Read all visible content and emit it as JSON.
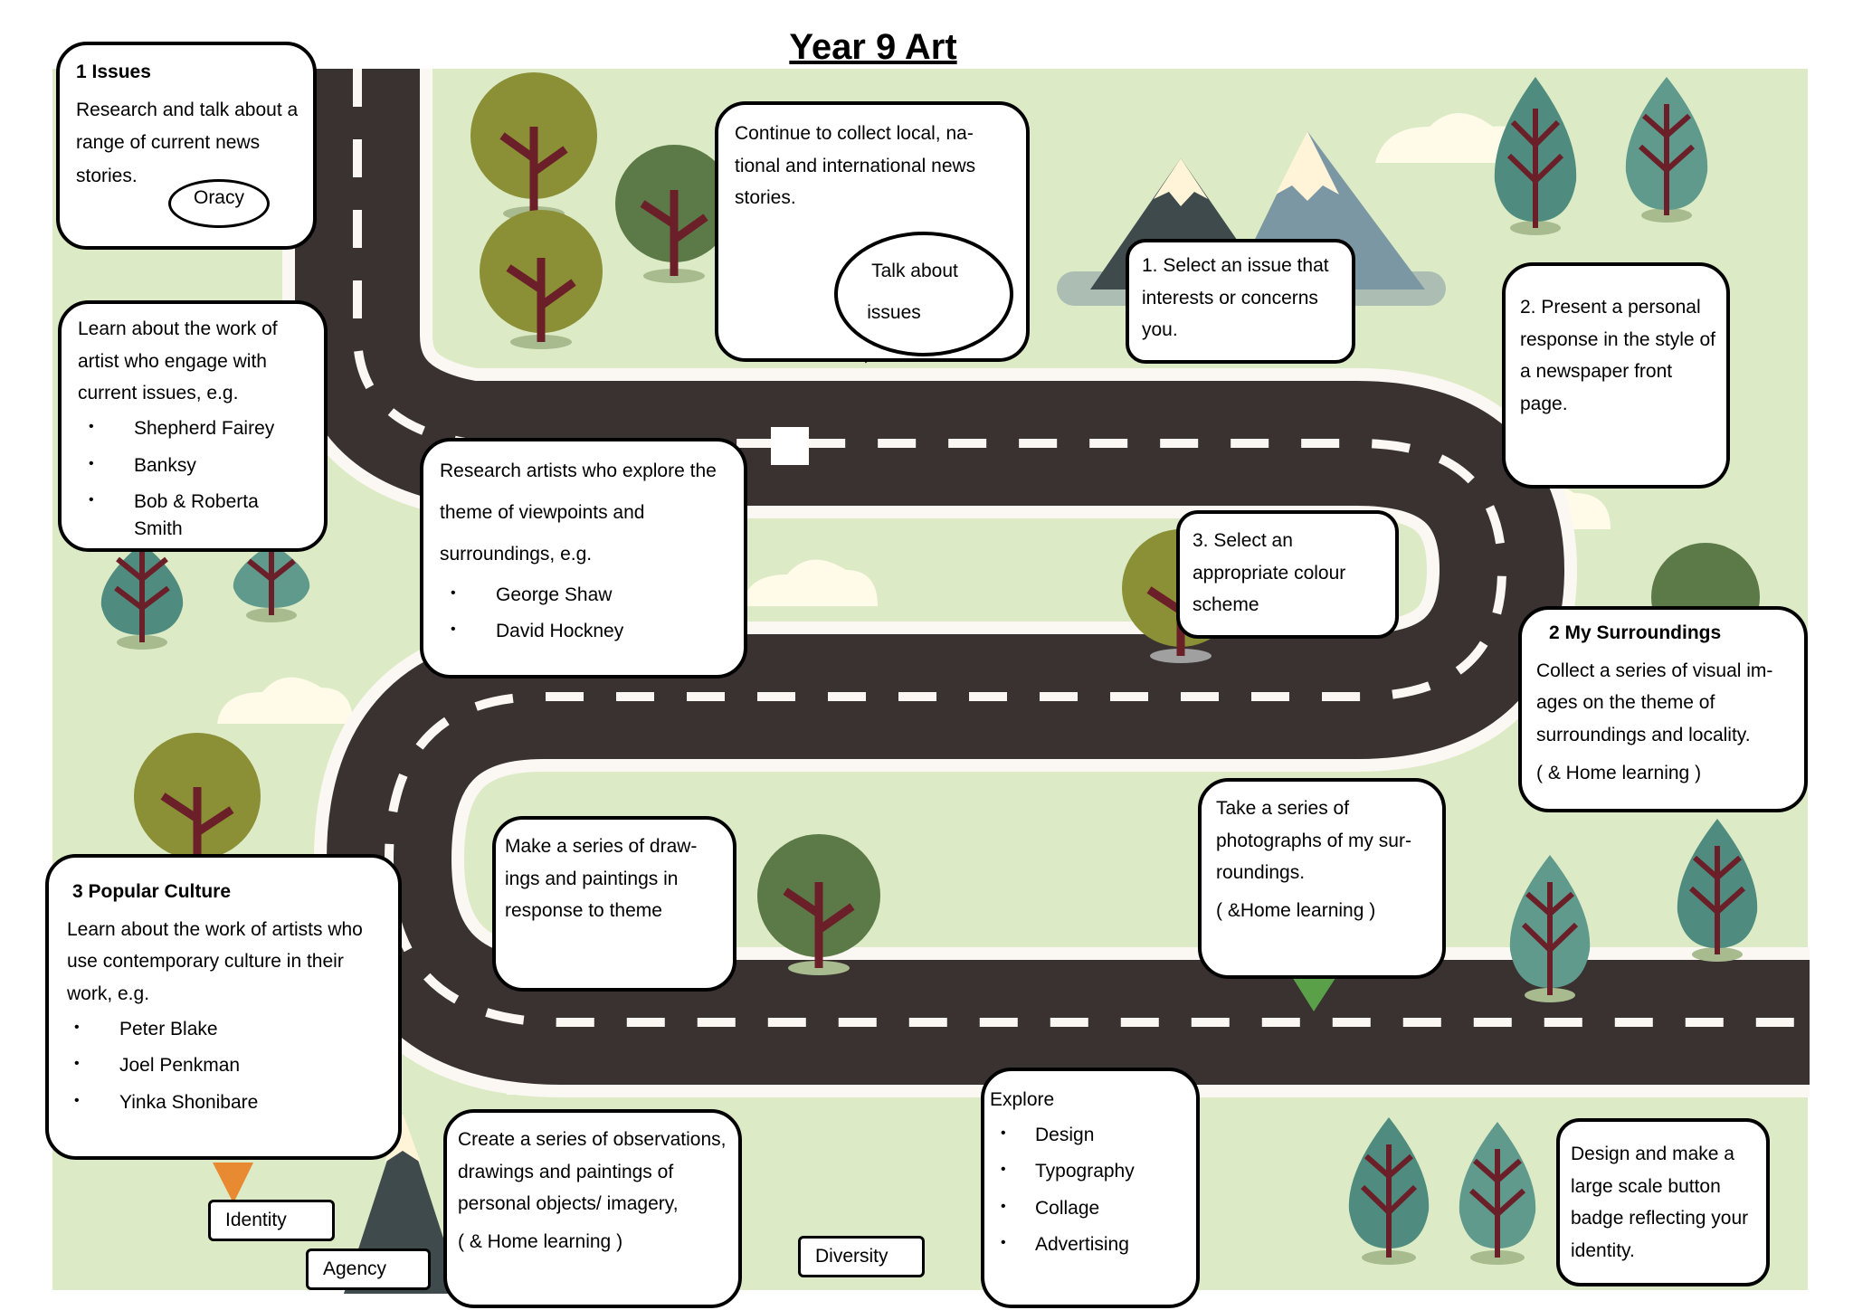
{
  "title": "Year 9 Art",
  "colors": {
    "grass": "#dcebc6",
    "road": "#3a3230",
    "road_edge": "#fbf7f2",
    "tree_olive": "#8b8f36",
    "tree_dark": "#5c7a48",
    "tree_teal": "#4f8c7f",
    "trunk": "#6b1f28",
    "mountain": "#7b97a3",
    "snow": "#fff4d8",
    "cloud": "#fffbe8"
  },
  "boxes": {
    "issues": {
      "heading": "1  Issues",
      "text": "Research and talk about a range of current news stories.",
      "bubble": "Oracy"
    },
    "learn_artists": {
      "text": "Learn about the work of artist who engage with current issues, e.g.",
      "items": [
        "Shepherd Fairey",
        "Banksy",
        "Bob & Roberta Smith"
      ]
    },
    "continue_collect": {
      "text": "Continue to collect local, na-tional and international news stories.",
      "bubble_line1": "Talk about",
      "bubble_line2": "issues"
    },
    "research_viewpoints": {
      "text": "Research artists who explore the theme of viewpoints and surroundings, e.g.",
      "items": [
        "George Shaw",
        "David Hockney"
      ]
    },
    "select_issue": {
      "text": "1. Select an issue that interests or concerns you."
    },
    "present_response": {
      "text": "2. Present a personal response in the style of a newspaper front page."
    },
    "colour_scheme": {
      "text": "3. Select an appropriate colour scheme"
    },
    "my_surroundings": {
      "heading": "2 My Surroundings",
      "text": "Collect a series of visual im-ages on the theme of surroundings and locality.",
      "note": "( & Home learning )"
    },
    "photographs": {
      "text": "Take a series of photographs of my    sur-roundings.",
      "note": "( &Home learning )"
    },
    "drawings_theme": {
      "text": "Make a series of draw-ings and paintings in response to theme"
    },
    "popular_culture": {
      "heading": "3 Popular Culture",
      "text": "Learn about the work of artists who use contemporary culture in their work, e.g.",
      "items": [
        "Peter Blake",
        "Joel Penkman",
        "Yinka Shonibare"
      ]
    },
    "personal_objects": {
      "text": "Create a series of observations, drawings and paintings of personal objects/ imagery,",
      "note": "( & Home learning )"
    },
    "explore": {
      "text": "Explore",
      "items": [
        "Design",
        "Typography",
        "Collage",
        "Advertising"
      ]
    },
    "button_badge": {
      "text": "Design and make a large scale button badge reflecting your identity."
    }
  },
  "tags": {
    "identity": "Identity",
    "agency": "Agency",
    "diversity": "Diversity"
  }
}
